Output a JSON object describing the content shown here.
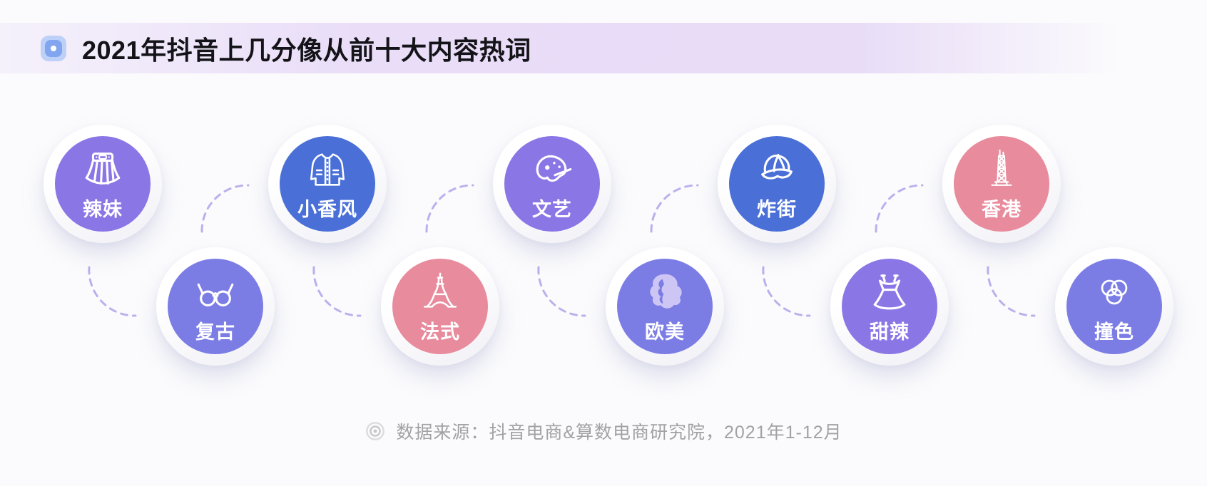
{
  "header": {
    "title": "2021年抖音上几分像从前十大内容热词",
    "icon": "sparkle-badge-icon",
    "band_color_left": "#e9ddf8",
    "band_color_right": "#ffffff"
  },
  "keywords": [
    {
      "label": "辣妹",
      "icon": "skirt-icon",
      "color": "#8b76e6",
      "row": "top"
    },
    {
      "label": "复古",
      "icon": "glasses-icon",
      "color": "#7b7de5",
      "row": "bottom"
    },
    {
      "label": "小香风",
      "icon": "jacket-icon",
      "color": "#4a70d8",
      "row": "top"
    },
    {
      "label": "法式",
      "icon": "eiffel-tower-icon",
      "color": "#e88b9c",
      "row": "bottom"
    },
    {
      "label": "文艺",
      "icon": "beret-icon",
      "color": "#8b76e6",
      "row": "top"
    },
    {
      "label": "欧美",
      "icon": "hair-icon",
      "color": "#7b7de5",
      "row": "bottom"
    },
    {
      "label": "炸街",
      "icon": "cap-icon",
      "color": "#4a70d8",
      "row": "top"
    },
    {
      "label": "甜辣",
      "icon": "dress-icon",
      "color": "#8b76e6",
      "row": "bottom"
    },
    {
      "label": "香港",
      "icon": "hk-tower-icon",
      "color": "#e88b9c",
      "row": "top"
    },
    {
      "label": "撞色",
      "icon": "venn-circles-icon",
      "color": "#7b7de5",
      "row": "bottom"
    }
  ],
  "connector": {
    "color": "#b9b1ec",
    "style": "dashed"
  },
  "footer": {
    "icon": "target-icon",
    "text": "数据来源：抖音电商&算数电商研究院，2021年1-12月"
  }
}
